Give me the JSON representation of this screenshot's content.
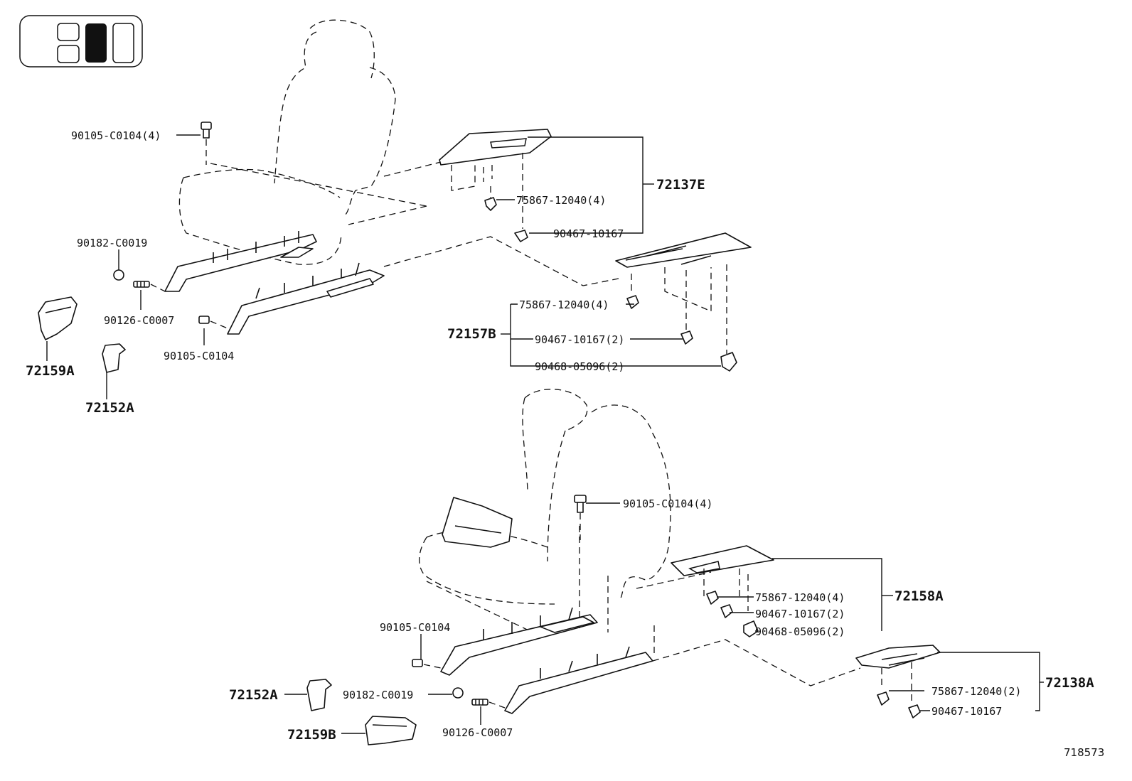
{
  "diagram": {
    "figure_number": "718573",
    "labels": {
      "a1": "90105-C0104(4)",
      "a2": "72137E",
      "a3": "75867-12040(4)",
      "a4": "90467-10167",
      "a5": "90182-C0019",
      "a6": "90126-C0007",
      "a7": "90105-C0104",
      "a8": "72159A",
      "a9": "72152A",
      "a10": "72157B",
      "a11": "75867-12040(4)",
      "a12": "90467-10167(2)",
      "a13": "90468-05096(2)",
      "b1": "90105-C0104(4)",
      "b2": "72158A",
      "b3": "75867-12040(4)",
      "b4": "90467-10167(2)",
      "b5": "90468-05096(2)",
      "b6": "90105-C0104",
      "b7": "72152A",
      "b8": "90182-C0019",
      "b9": "90126-C0007",
      "b10": "72159B",
      "b11": "72138A",
      "b12": "75867-12040(2)",
      "b13": "90467-10167"
    }
  }
}
